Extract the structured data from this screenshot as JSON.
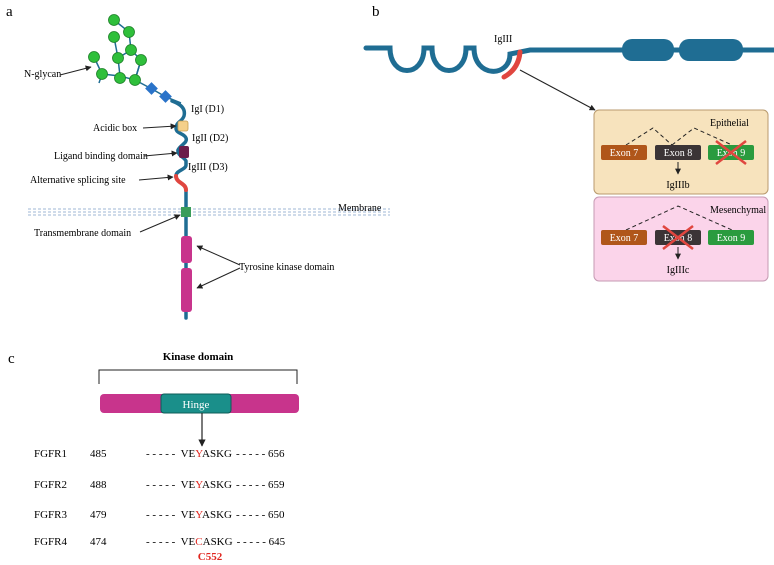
{
  "panel_a": {
    "letter": "a",
    "labels": {
      "n_glycan": "N-glycan",
      "ig1": "IgI (D1)",
      "acidic_box": "Acidic box",
      "ig2": "IgII (D2)",
      "ligand_binding": "Ligand binding domain",
      "ig3": "IgIII (D3)",
      "alt_splicing": "Alternative splicing site",
      "membrane": "Membrane",
      "transmembrane": "Transmembrane domain",
      "tyrosine_kinase": "Tyrosine kinase domain"
    },
    "colors": {
      "backbone": "#1f6d93",
      "glycan_node": "#2fbf3b",
      "glycan_square": "#2a73c9",
      "acidic_box": "#f5d08a",
      "ligand": "#6b1e4b",
      "splice": "#e0463f",
      "membrane": "#9fb7d6",
      "tm": "#3a9d5a",
      "kinase": "#c8348c"
    }
  },
  "panel_b": {
    "letter": "b",
    "ig3_label": "IgIII",
    "epithelial": {
      "title": "Epithelial",
      "exons": [
        "Exon 7",
        "Exon 8",
        "Exon 9"
      ],
      "excluded_exon": "Exon 9",
      "product": "IgIIIb"
    },
    "mesenchymal": {
      "title": "Mesenchymal",
      "exons": [
        "Exon 7",
        "Exon 8",
        "Exon 9"
      ],
      "excluded_exon": "Exon 8",
      "product": "IgIIIc"
    },
    "colors": {
      "epithelial_bg": "#f7e3bd",
      "mesenchymal_bg": "#fbd4ea",
      "exon7": "#b0561a",
      "exon8": "#3b3436",
      "exon9": "#2a9b3e",
      "cross": "#e0463f"
    }
  },
  "panel_c": {
    "letter": "c",
    "title": "Kinase domain",
    "hinge": "Hinge",
    "rows": [
      {
        "name": "FGFR1",
        "start": "485",
        "pre": "- - - - -  VE",
        "residue": "Y",
        "post": "ASKG",
        "tail": "- - - - - 656"
      },
      {
        "name": "FGFR2",
        "start": "488",
        "pre": "- - - - -  VE",
        "residue": "Y",
        "post": "ASKG",
        "tail": "- - - - - 659"
      },
      {
        "name": "FGFR3",
        "start": "479",
        "pre": "- - - - -  VE",
        "residue": "Y",
        "post": "ASKG",
        "tail": "- - - - - 650"
      },
      {
        "name": "FGFR4",
        "start": "474",
        "pre": "- - - - -  VE",
        "residue": "C",
        "post": "ASKG",
        "tail": "- - - - - 645"
      }
    ],
    "highlight": "C552",
    "colors": {
      "domain_bar": "#c8348c",
      "hinge_box": "#1a8f8a",
      "residue": "#e0261f"
    }
  }
}
